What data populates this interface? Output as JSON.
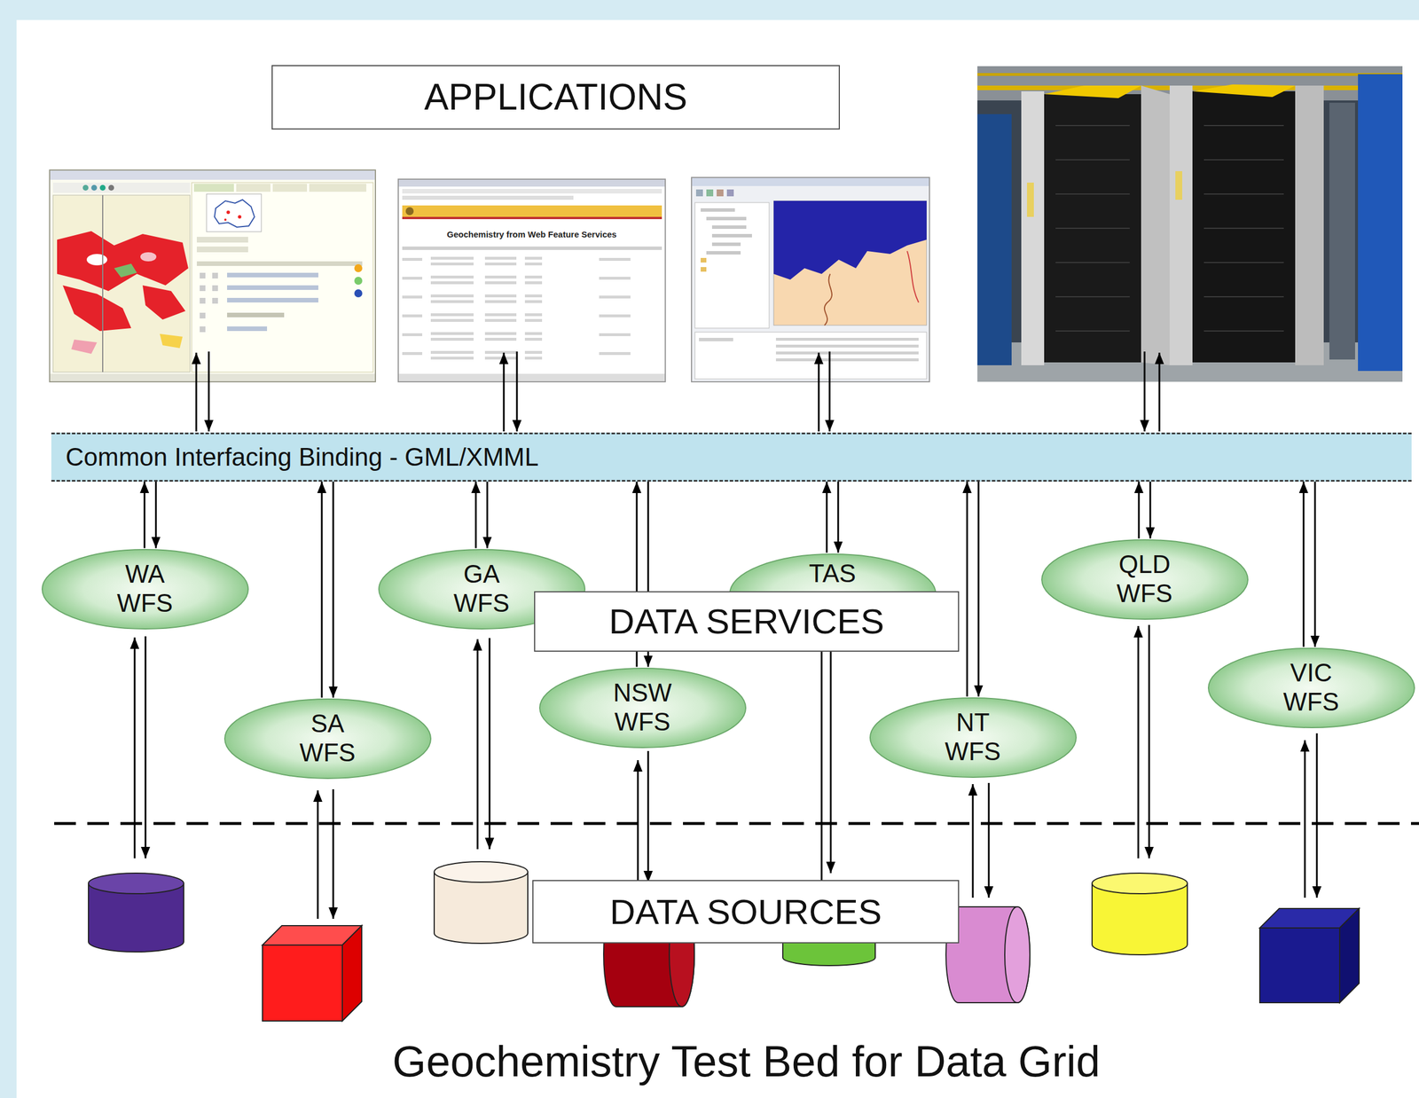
{
  "diagram": {
    "caption": "Geochemistry Test Bed for Data Grid",
    "nodes": [
      {
        "text": [
          "APPLICATIONS"
        ]
      },
      {
        "text": [
          "Common Interfacing Binding - GML/XMML"
        ]
      },
      {
        "text": [
          "WA WFS"
        ]
      },
      {
        "text": [
          "SA WFS"
        ]
      },
      {
        "text": [
          "GA WFS"
        ]
      },
      {
        "text": [
          "NSW WFS"
        ]
      },
      {
        "text": [
          "TAS"
        ]
      },
      {
        "text": [
          "NT WFS"
        ]
      },
      {
        "text": [
          "QLD WFS"
        ]
      },
      {
        "text": [
          "VIC WFS"
        ]
      },
      {
        "text": [
          "DATA SERVICES"
        ]
      },
      {
        "text": [
          "DATA SOURCES"
        ]
      }
    ],
    "edges": [
      {
        "from": 1,
        "to": 2,
        "arrow": "both"
      },
      {
        "from": 1,
        "to": 3,
        "arrow": "both"
      },
      {
        "from": 1,
        "to": 4,
        "arrow": "both"
      },
      {
        "from": 1,
        "to": 5,
        "arrow": "both"
      },
      {
        "from": 1,
        "to": 6,
        "arrow": "both"
      },
      {
        "from": 1,
        "to": 7,
        "arrow": "both"
      },
      {
        "from": 1,
        "to": 8,
        "arrow": "both"
      },
      {
        "from": 1,
        "to": 9,
        "arrow": "both"
      }
    ],
    "labels": [
      "Geochemistry from Web Feature Services"
    ]
  }
}
